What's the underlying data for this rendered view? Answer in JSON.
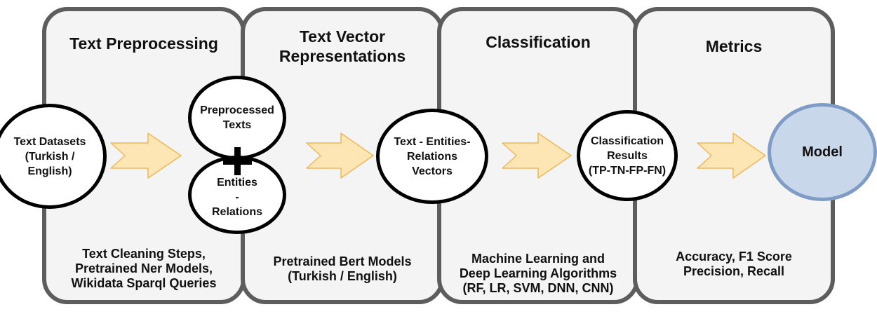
{
  "panels": [
    {
      "title": "Text Preprocessing",
      "footer": "Text Cleaning Steps,\nPretrained Ner Models,\nWikidata Sparql Queries"
    },
    {
      "title": "Text Vector\nRepresentations",
      "footer": "Pretrained Bert Models\n(Turkish / English)"
    },
    {
      "title": "Classification",
      "footer": "Machine Learning and\nDeep Learning Algorithms\n(RF, LR, SVM, DNN, CNN)"
    },
    {
      "title": "Metrics",
      "footer": "Accuracy, F1 Score\nPrecision, Recall"
    }
  ],
  "nodes": {
    "datasets": "Text Datasets\n(Turkish /\nEnglish)",
    "preprocessed": "Preprocessed\nTexts",
    "entities": "Entities\n-\nRelations",
    "vectors": "Text - Entities-\nRelations\nVectors",
    "results": "Classification\nResults\n(TP-TN-FP-FN)",
    "model": "Model"
  },
  "colors": {
    "panel_border": "#5d5d5d",
    "panel_fill": "#f4f4f4",
    "arrow_fill": "#fde6b4",
    "arrow_stroke": "#f0b75a",
    "model_fill": "#c9d7ea",
    "model_border": "#7f9cc6"
  }
}
